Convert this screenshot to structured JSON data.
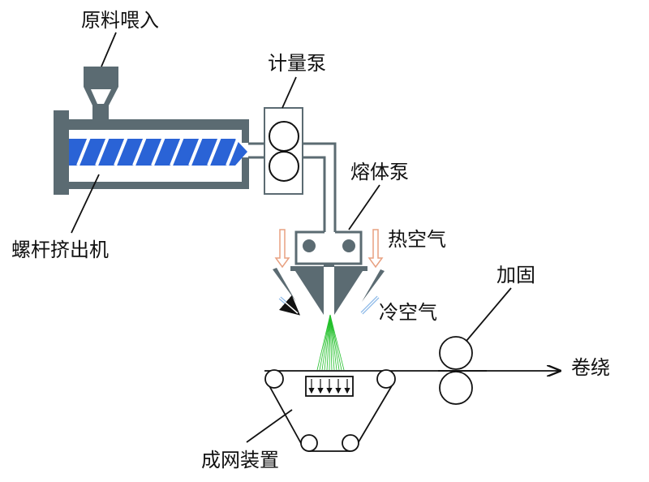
{
  "labels": {
    "feed": "原料喂入",
    "metering_pump": "计量泵",
    "melt_pump": "熔体泵",
    "extruder": "螺杆挤出机",
    "hot_air": "热空气",
    "cold_air": "冷空气",
    "bonding": "加固",
    "winding": "卷绕",
    "web_forming": "成网装置"
  },
  "colors": {
    "machine": "#5b6b72",
    "screw": "#2a63d6",
    "hot_air": "#e8a080",
    "cold_air": "#8ab8e8",
    "fiber": "#22c02a"
  }
}
